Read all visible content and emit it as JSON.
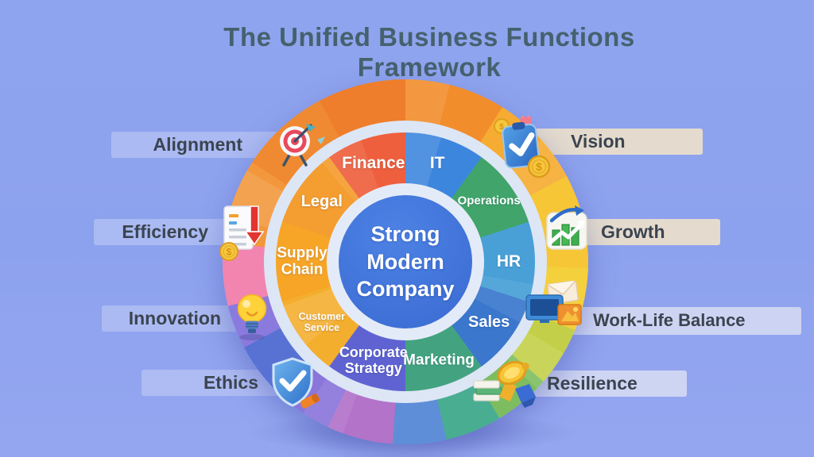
{
  "title": "The Unified Business Functions Framework",
  "center_label": "Strong Modern Company",
  "wheel": {
    "functions": [
      {
        "label": "IT",
        "color": "#3d86de",
        "size": 21
      },
      {
        "label": "Operations",
        "color": "#41a46b",
        "size": 15
      },
      {
        "label": "HR",
        "color": "#48a0d6",
        "size": 21
      },
      {
        "label": "Sales",
        "color": "#3a77cd",
        "size": 20
      },
      {
        "label": "Marketing",
        "color": "#43a380",
        "size": 19
      },
      {
        "label": "Corporate Strategy",
        "color": "#5f63d2",
        "size": 18
      },
      {
        "label": "Customer Service",
        "color": "#f4ae2e",
        "size": 12.5
      },
      {
        "label": "Supply Chain",
        "color": "#f6a527",
        "size": 19
      },
      {
        "label": "Legal",
        "color": "#f49d30",
        "size": 20
      },
      {
        "label": "Finance",
        "color": "#ee5f3d",
        "size": 21
      }
    ],
    "outer_ring": [
      {
        "color": "#f28d2b",
        "from": 0,
        "to": 32
      },
      {
        "color": "#f6ab32",
        "from": 32,
        "to": 62
      },
      {
        "color": "#f7c636",
        "from": 62,
        "to": 92
      },
      {
        "color": "#f4d03d",
        "from": 92,
        "to": 112
      },
      {
        "color": "#c3cf48",
        "from": 112,
        "to": 131
      },
      {
        "color": "#7dbd60",
        "from": 131,
        "to": 149
      },
      {
        "color": "#49ad92",
        "from": 149,
        "to": 167
      },
      {
        "color": "#5e8ed8",
        "from": 167,
        "to": 184
      },
      {
        "color": "#b273c9",
        "from": 184,
        "to": 205
      },
      {
        "color": "#8a76da",
        "from": 205,
        "to": 224
      },
      {
        "color": "#5872d4",
        "from": 224,
        "to": 242
      },
      {
        "color": "#8b7ade",
        "from": 242,
        "to": 256
      },
      {
        "color": "#f185b0",
        "from": 256,
        "to": 276
      },
      {
        "color": "#f2973b",
        "from": 276,
        "to": 303
      },
      {
        "color": "#ef8a32",
        "from": 303,
        "to": 332
      },
      {
        "color": "#ee7e2b",
        "from": 332,
        "to": 360
      }
    ]
  },
  "callouts": [
    {
      "id": "alignment",
      "label": "Alignment",
      "icon": "target-icon",
      "side": "left"
    },
    {
      "id": "efficiency",
      "label": "Efficiency",
      "icon": "cost-report-icon",
      "side": "left"
    },
    {
      "id": "innovation",
      "label": "Innovation",
      "icon": "lightbulb-icon",
      "side": "left"
    },
    {
      "id": "ethics",
      "label": "Ethics",
      "icon": "shield-check-icon",
      "side": "left"
    },
    {
      "id": "vision",
      "label": "Vision",
      "icon": "clipboard-check-icon",
      "side": "right"
    },
    {
      "id": "growth",
      "label": "Growth",
      "icon": "bar-chart-icon",
      "side": "right"
    },
    {
      "id": "work_life_balance",
      "label": "Work-Life Balance",
      "icon": "devices-photo-icon",
      "side": "right"
    },
    {
      "id": "resilience",
      "label": "Resilience",
      "icon": "trophy-books-icon",
      "side": "right"
    }
  ],
  "colors": {
    "background": "#8fa4ee",
    "title": "#46616e",
    "callout_text": "#3b4450",
    "center_fill": "#3a6ad2",
    "center_fill_light": "#4d82e4",
    "ring_gap": "#dde6f5",
    "ring_white": "#e4ebf8",
    "band_left": "rgba(255,255,255,0.26)",
    "band_cream": "rgba(243,229,200,0.85)",
    "band_gray": "rgba(228,232,244,0.72)"
  }
}
